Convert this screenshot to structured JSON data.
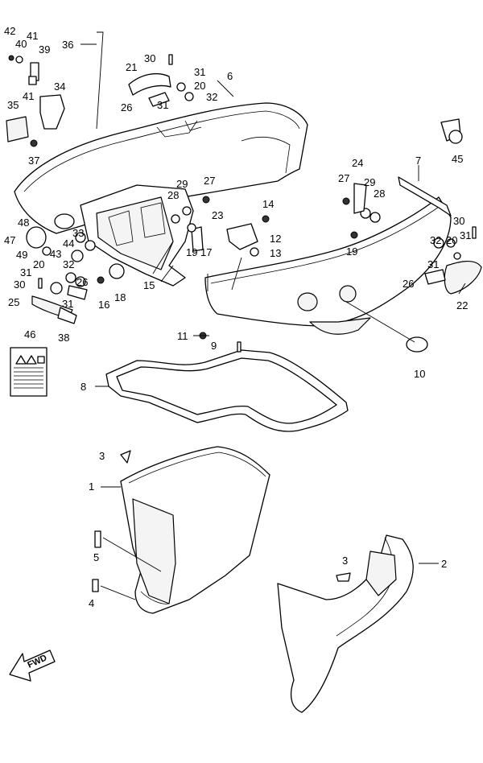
{
  "callouts": {
    "c42": "42",
    "c40": "40",
    "c41a": "41",
    "c39": "39",
    "c36": "36",
    "c41b": "41",
    "c34": "34",
    "c35": "35",
    "c37": "37",
    "c30a": "30",
    "c21": "21",
    "c31a": "31",
    "c20a": "20",
    "c6": "6",
    "c26a": "26",
    "c31b": "31",
    "c32a": "32",
    "c45": "45",
    "c7": "7",
    "c24": "24",
    "c27a": "27",
    "c29a": "29",
    "c28a": "28",
    "c27b": "27",
    "c29b": "29",
    "c28b": "28",
    "c14": "14",
    "c23": "23",
    "c48": "48",
    "c33": "33",
    "c47": "47",
    "c44": "44",
    "c49": "49",
    "c43": "43",
    "c32b": "32",
    "c31c": "31",
    "c30b": "30",
    "c20b": "20",
    "c26b": "26",
    "c25": "25",
    "c31d": "31",
    "c16": "16",
    "c18": "18",
    "c15": "15",
    "c19a": "19",
    "c17": "17",
    "c12": "12",
    "c13": "13",
    "c19b": "19",
    "c30c": "30",
    "c32c": "32",
    "c20c": "20",
    "c31e": "31",
    "c31f": "31",
    "c26c": "26",
    "c22": "22",
    "c38": "38",
    "c46": "46",
    "c11": "11",
    "c9": "9",
    "c10": "10",
    "c8": "8",
    "c3a": "3",
    "c1": "1",
    "c5": "5",
    "c4": "4",
    "c3b": "3",
    "c2": "2"
  },
  "fwd_label": "FWD",
  "icon_names": [
    "fwd-arrow-icon",
    "warning-label-icon"
  ]
}
